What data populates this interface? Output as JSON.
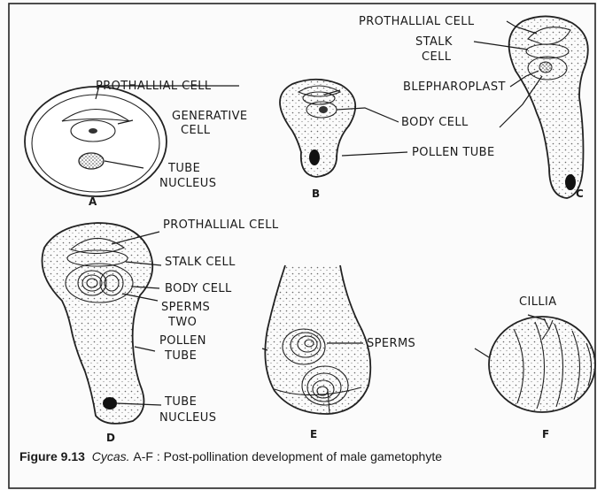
{
  "figure": {
    "caption": {
      "figure_number": "Figure 9.13",
      "genus": "Cycas.",
      "text": "A-F : Post-pollination development of male gametophyte"
    },
    "labels": {
      "a_prothallial": "PROTHALLIAL CELL",
      "a_generative_1": "GENERATIVE",
      "a_generative_2": "CELL",
      "a_tube_1": "TUBE",
      "a_tube_2": "NUCLEUS",
      "b_body": "BODY CELL",
      "b_pollen_tube": "POLLEN TUBE",
      "c_prothallial": "PROTHALLIAL CELL",
      "c_stalk_1": "STALK",
      "c_stalk_2": "CELL",
      "c_blepharoplast": "BLEPHAROPLAST",
      "d_prothallial": "PROTHALLIAL CELL",
      "d_stalk": "STALK CELL",
      "d_body": "BODY CELL",
      "d_sperms_1": "SPERMS",
      "d_sperms_2": "TWO",
      "d_pollen_1": "POLLEN",
      "d_pollen_2": "TUBE",
      "d_tube_1": "TUBE",
      "d_tube_2": "NUCLEUS",
      "e_sperms": "SPERMS",
      "f_cillia": "CILLIA"
    },
    "panels": [
      "A",
      "B",
      "C",
      "D",
      "E",
      "F"
    ]
  }
}
